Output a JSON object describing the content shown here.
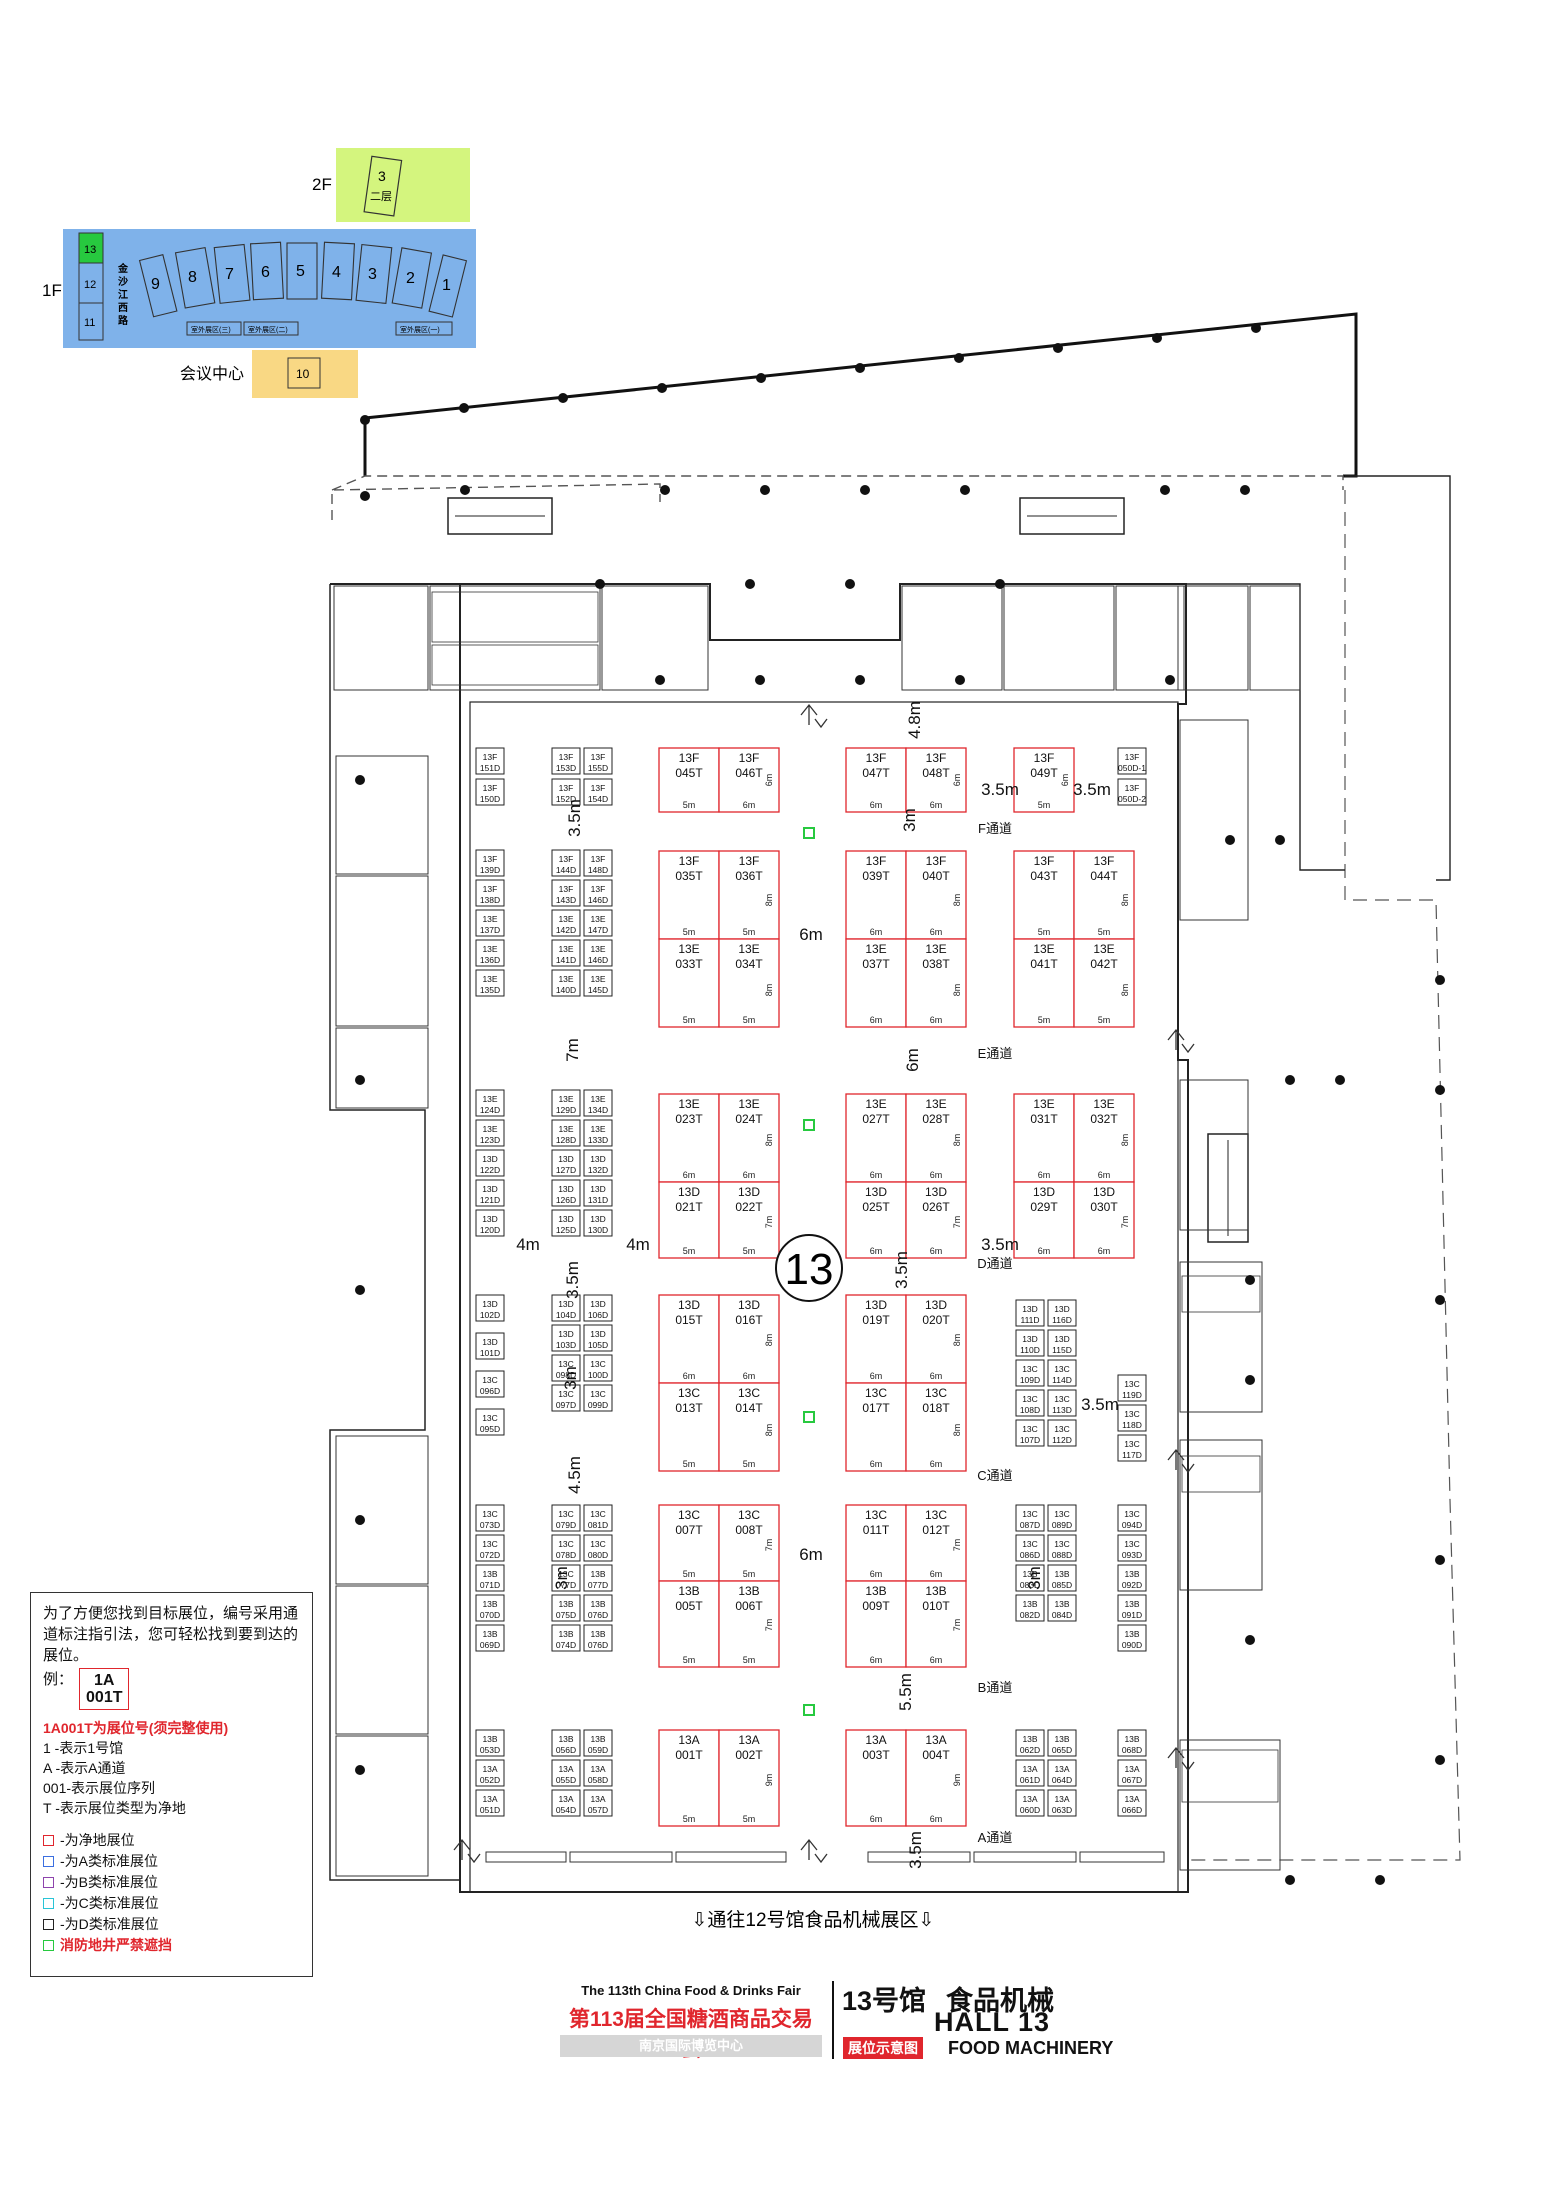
{
  "locator": {
    "floors": [
      "2F",
      "1F"
    ],
    "hall_2f": "3",
    "hall_2f_sub": "二层",
    "halls_left": [
      "13",
      "12",
      "11"
    ],
    "street": [
      "金",
      "沙",
      "江",
      "西",
      "路"
    ],
    "halls_main": [
      "9",
      "8",
      "7",
      "6",
      "5",
      "4",
      "3",
      "2",
      "1"
    ],
    "courts": [
      "室外展区(三)",
      "室外展区(二)",
      "室外展区(一)"
    ],
    "conference_label": "会议中心",
    "conference_hall": "10",
    "current_hall": "13",
    "colors": {
      "blue": "#7fb2ea",
      "yellow_green": "#d4f57e",
      "orange": "#f9d884",
      "current": "#27c93f"
    }
  },
  "floorplan": {
    "hall_number": "13",
    "bottom_note": "⇩通往12号馆食品机械展区⇩",
    "aisles": [
      "F通道",
      "E通道",
      "D通道",
      "C通道",
      "B通道",
      "A通道"
    ],
    "dims": [
      "4.8m",
      "3.5m",
      "3.5m",
      "3m",
      "3.5m",
      "6m",
      "7m",
      "6m",
      "3.5m",
      "4m",
      "4m",
      "3.5m",
      "3.5m",
      "3m",
      "3.5m",
      "4.5m",
      "3m",
      "3m",
      "6m",
      "5.5m",
      "3.5m"
    ],
    "raw_columns": [
      {
        "group": "L1",
        "booths": [
          "13F\n151D",
          "13F\n150D",
          "13F\n139D",
          "13F\n138D",
          "13E\n137D",
          "13E\n136D",
          "13E\n135D"
        ]
      },
      {
        "group": "L2a",
        "booths": [
          "13F\n153D",
          "13F\n152D",
          "13F\n144D",
          "13F\n143D",
          "13E\n142D",
          "13E\n141D",
          "13E\n140D"
        ]
      },
      {
        "group": "L2b",
        "booths": [
          "13F\n155D",
          "13F\n154D",
          "13F\n148D",
          "13F\n146D",
          "13E\n147D",
          "13E\n146D",
          "13E\n145D"
        ]
      }
    ],
    "raw_blocks": [
      {
        "group": "DL1",
        "booths": [
          "13E\n124D",
          "13E\n123D",
          "13D\n122D",
          "13D\n121D",
          "13D\n120D"
        ]
      },
      {
        "group": "DL2a",
        "booths": [
          "13E\n129D",
          "13E\n128D",
          "13D\n127D",
          "13D\n126D",
          "13D\n125D"
        ]
      },
      {
        "group": "DL2b",
        "booths": [
          "13E\n134D",
          "13E\n133D",
          "13D\n132D",
          "13D\n131D",
          "13D\n130D"
        ]
      },
      {
        "group": "CL1",
        "booths": [
          "13D\n102D",
          "13D\n101D",
          "13C\n096D",
          "13C\n095D"
        ]
      },
      {
        "group": "CL2a",
        "booths": [
          "13D\n104D",
          "13D\n103D",
          "13C\n098D",
          "13C\n097D"
        ]
      },
      {
        "group": "CL2b",
        "booths": [
          "13D\n106D",
          "13D\n105D",
          "13C\n100D",
          "13C\n099D"
        ]
      },
      {
        "group": "BL1",
        "booths": [
          "13C\n073D",
          "13C\n072D",
          "13B\n071D",
          "13B\n070D",
          "13B\n069D"
        ]
      },
      {
        "group": "BL2a",
        "booths": [
          "13C\n079D",
          "13C\n078D",
          "13C\n077D",
          "13B\n075D",
          "13B\n074D"
        ]
      },
      {
        "group": "BL2b",
        "booths": [
          "13C\n081D",
          "13C\n080D",
          "13B\n077D",
          "13B\n076D",
          "13B\n076D"
        ]
      },
      {
        "group": "AL1",
        "booths": [
          "13B\n053D",
          "13A\n052D",
          "13A\n051D"
        ]
      },
      {
        "group": "AL2a",
        "booths": [
          "13B\n056D",
          "13A\n055D",
          "13A\n054D"
        ]
      },
      {
        "group": "AL2b",
        "booths": [
          "13B\n059D",
          "13A\n058D",
          "13A\n057D"
        ]
      },
      {
        "group": "CR1a",
        "booths": [
          "13D\n111D",
          "13D\n110D",
          "13C\n109D",
          "13C\n108D",
          "13C\n107D"
        ]
      },
      {
        "group": "CR1b",
        "booths": [
          "13D\n116D",
          "13D\n115D",
          "13C\n114D",
          "13C\n113D",
          "13C\n112D"
        ]
      },
      {
        "group": "CR2",
        "booths": [
          "13C\n119D",
          "13C\n118D",
          "13C\n117D"
        ]
      },
      {
        "group": "BR1a",
        "booths": [
          "13C\n087D",
          "13C\n086D",
          "13B\n083D",
          "13B\n082D"
        ]
      },
      {
        "group": "BR1b",
        "booths": [
          "13C\n089D",
          "13C\n088D",
          "13B\n085D",
          "13B\n084D"
        ]
      },
      {
        "group": "BR2",
        "booths": [
          "13C\n094D",
          "13C\n093D",
          "13B\n092D",
          "13B\n091D",
          "13B\n090D"
        ]
      },
      {
        "group": "AR1a",
        "booths": [
          "13B\n062D",
          "13A\n061D",
          "13A\n060D"
        ]
      },
      {
        "group": "AR1b",
        "booths": [
          "13B\n065D",
          "13A\n064D",
          "13A\n063D"
        ]
      },
      {
        "group": "AR2",
        "booths": [
          "13B\n068D",
          "13A\n067D",
          "13A\n066D"
        ]
      },
      {
        "group": "FR1",
        "booths": [
          "13F\n050D-1",
          "13F\n050D-2"
        ]
      }
    ],
    "t_booths": [
      [
        "13F\n045T",
        "13F\n046T",
        "13F\n047T",
        "13F\n048T",
        "13F\n049T"
      ],
      [
        "13F\n035T",
        "13F\n036T",
        "13F\n039T",
        "13F\n040T",
        "13F\n043T",
        "13F\n044T"
      ],
      [
        "13E\n033T",
        "13E\n034T",
        "13E\n037T",
        "13E\n038T",
        "13E\n041T",
        "13E\n042T"
      ],
      [
        "13E\n023T",
        "13E\n024T",
        "13E\n027T",
        "13E\n028T",
        "13E\n031T",
        "13E\n032T"
      ],
      [
        "13D\n021T",
        "13D\n022T",
        "13D\n025T",
        "13D\n026T",
        "13D\n029T",
        "13D\n030T"
      ],
      [
        "13D\n015T",
        "13D\n016T",
        "13D\n019T",
        "13D\n020T"
      ],
      [
        "13C\n013T",
        "13C\n014T",
        "13C\n017T",
        "13C\n018T"
      ],
      [
        "13C\n007T",
        "13C\n008T",
        "13C\n011T",
        "13C\n012T"
      ],
      [
        "13B\n005T",
        "13B\n006T",
        "13B\n009T",
        "13B\n010T"
      ],
      [
        "13A\n001T",
        "13A\n002T",
        "13A\n003T",
        "13A\n004T"
      ]
    ],
    "t_dims": {
      "w5": "5m",
      "w6": "6m",
      "d6": "6m",
      "d7": "7m",
      "d8": "8m",
      "d9": "9m"
    }
  },
  "legend": {
    "intro": "为了方便您找到目标展位，编号采用通道标注指引法，您可轻松找到要到达的展位。",
    "example_label": "例：",
    "example_line1": "1A",
    "example_line2": "001T",
    "example_title": "1A001T为展位号(须完整使用)",
    "explain": [
      "1    -表示1号馆",
      "A    -表示A通道",
      "001-表示展位序列",
      "T    -表示展位类型为净地"
    ],
    "swatches": [
      {
        "text": "-为净地展位",
        "color": "#e0262d"
      },
      {
        "text": "-为A类标准展位",
        "color": "#3b6fe0"
      },
      {
        "text": "-为B类标准展位",
        "color": "#8e44ad"
      },
      {
        "text": "-为C类标准展位",
        "color": "#29c4d6"
      },
      {
        "text": "-为D类标准展位",
        "color": "#222222"
      },
      {
        "text": "消防地井严禁遮挡",
        "color": "#27c93f"
      }
    ]
  },
  "title": {
    "fair_en": "The 113th China Food & Drinks Fair",
    "fair_cn": "第113届全国糖酒商品交易会",
    "venue": "南京国际博览中心",
    "hall_cn": "13号馆",
    "hall_type_cn": "食品机械",
    "hall_en": "HALL 13",
    "badge": "展位示意图",
    "hall_type_en": "FOOD MACHINERY"
  }
}
